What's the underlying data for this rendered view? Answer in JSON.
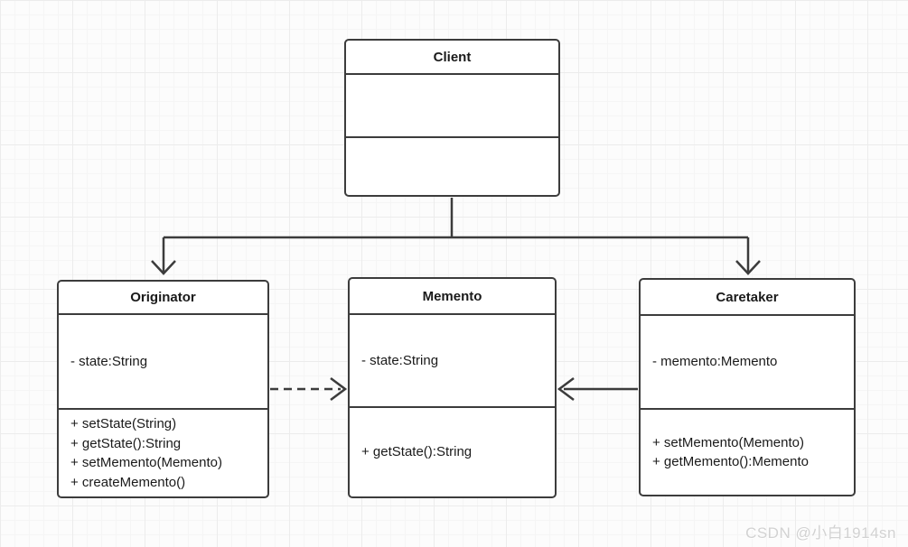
{
  "diagram": {
    "pattern": "Memento design pattern UML class diagram",
    "classes": [
      {
        "id": "client",
        "name": "Client",
        "attributes": [],
        "methods": []
      },
      {
        "id": "originator",
        "name": "Originator",
        "attributes": [
          "- state:String"
        ],
        "methods": [
          "+ setState(String)",
          "+ getState():String",
          "+ setMemento(Memento)",
          "+ createMemento()"
        ]
      },
      {
        "id": "memento",
        "name": "Memento",
        "attributes": [
          "- state:String"
        ],
        "methods": [
          "+ getState():String"
        ]
      },
      {
        "id": "caretaker",
        "name": "Caretaker",
        "attributes": [
          "- memento:Memento"
        ],
        "methods": [
          "+ setMemento(Memento)",
          "+ getMemento():Memento"
        ]
      }
    ],
    "relationships": [
      {
        "from": "Client",
        "to": "Originator",
        "line": "solid",
        "arrowhead": "open"
      },
      {
        "from": "Client",
        "to": "Caretaker",
        "line": "solid",
        "arrowhead": "open"
      },
      {
        "from": "Originator",
        "to": "Memento",
        "line": "dashed",
        "arrowhead": "open"
      },
      {
        "from": "Caretaker",
        "to": "Memento",
        "line": "solid",
        "arrowhead": "open"
      }
    ],
    "colors": {
      "line": "#3c3c3c",
      "text": "#1a1a1a",
      "box_fill": "#ffffff",
      "background": "#fcfcfc",
      "grid_minor": "#f5f5f5",
      "grid_major": "#ececec",
      "watermark": "#d2d2d2"
    }
  },
  "watermark": {
    "text": "CSDN @小白1914sn"
  }
}
